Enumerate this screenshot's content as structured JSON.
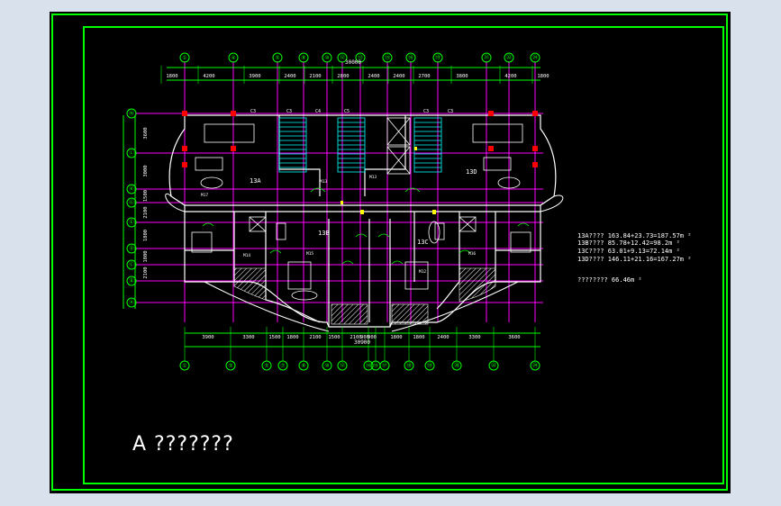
{
  "sheet_title": "A ???????",
  "colors": {
    "background": "#000000",
    "frame": "#00ff00",
    "axis": "#00ff00",
    "grid": "#ff00ff",
    "wall": "#ffffff",
    "text": "#ffffff",
    "column": "#ff0000",
    "stair": "#00ffff",
    "hatch": "#ffffff",
    "door": "#00ff00",
    "accent": "#ffff00"
  },
  "plan": {
    "top_axis_labels": [
      "①",
      "④",
      "⑤",
      "⑧",
      "⑩",
      "⑫",
      "⑬",
      "⑮",
      "⑯",
      "⑲",
      "㉑",
      "㉒",
      "㉔"
    ],
    "top_total": "30000",
    "top_dims": [
      "1800",
      "4200",
      "3900",
      "2400",
      "2100",
      "2800",
      "2400",
      "2400",
      "2700",
      "3800",
      "4200",
      "1800"
    ],
    "bottom_axis_labels": [
      "①",
      "③",
      "⑤",
      "⑦",
      "⑧",
      "⑩",
      "⑫",
      "⑭",
      "⑮",
      "⑰",
      "⑱",
      "⑲",
      "⑳",
      "㉒",
      "㉔"
    ],
    "bottom_total": "30900",
    "bottom_dims": [
      "3900",
      "3300",
      "1500",
      "1800",
      "2100",
      "1500",
      "2100",
      "900",
      "900",
      "1800",
      "1800",
      "2400",
      "3300",
      "3600"
    ],
    "left_axis_labels": [
      "Ⓝ",
      "Ⓛ",
      "Ⓚ",
      "Ⓖ",
      "Ⓔ",
      "Ⓓ",
      "Ⓒ",
      "Ⓑ",
      "Ⓐ"
    ],
    "left_dims": [
      "3600",
      "3000",
      "1500",
      "2100",
      "1800",
      "1800",
      "2100"
    ],
    "room_labels": [
      "13A",
      "13D",
      "13B",
      "13C"
    ],
    "stairwell_labels": [
      "C3",
      "C3",
      "C4",
      "C5",
      "C3",
      "C3"
    ],
    "door_labels": [
      "M13",
      "M13",
      "M14",
      "M15",
      "M12",
      "M16",
      "M17"
    ]
  },
  "area_table": {
    "rows": [
      "13A???? 163.84+23.73=187.57m ²",
      "13B???? 85.78+12.42=98.2m ²",
      "13C???? 63.01+9.13=72.14m ²",
      "13D???? 146.11+21.16=167.27m ²"
    ],
    "note": "???????? 66.46m ²"
  }
}
